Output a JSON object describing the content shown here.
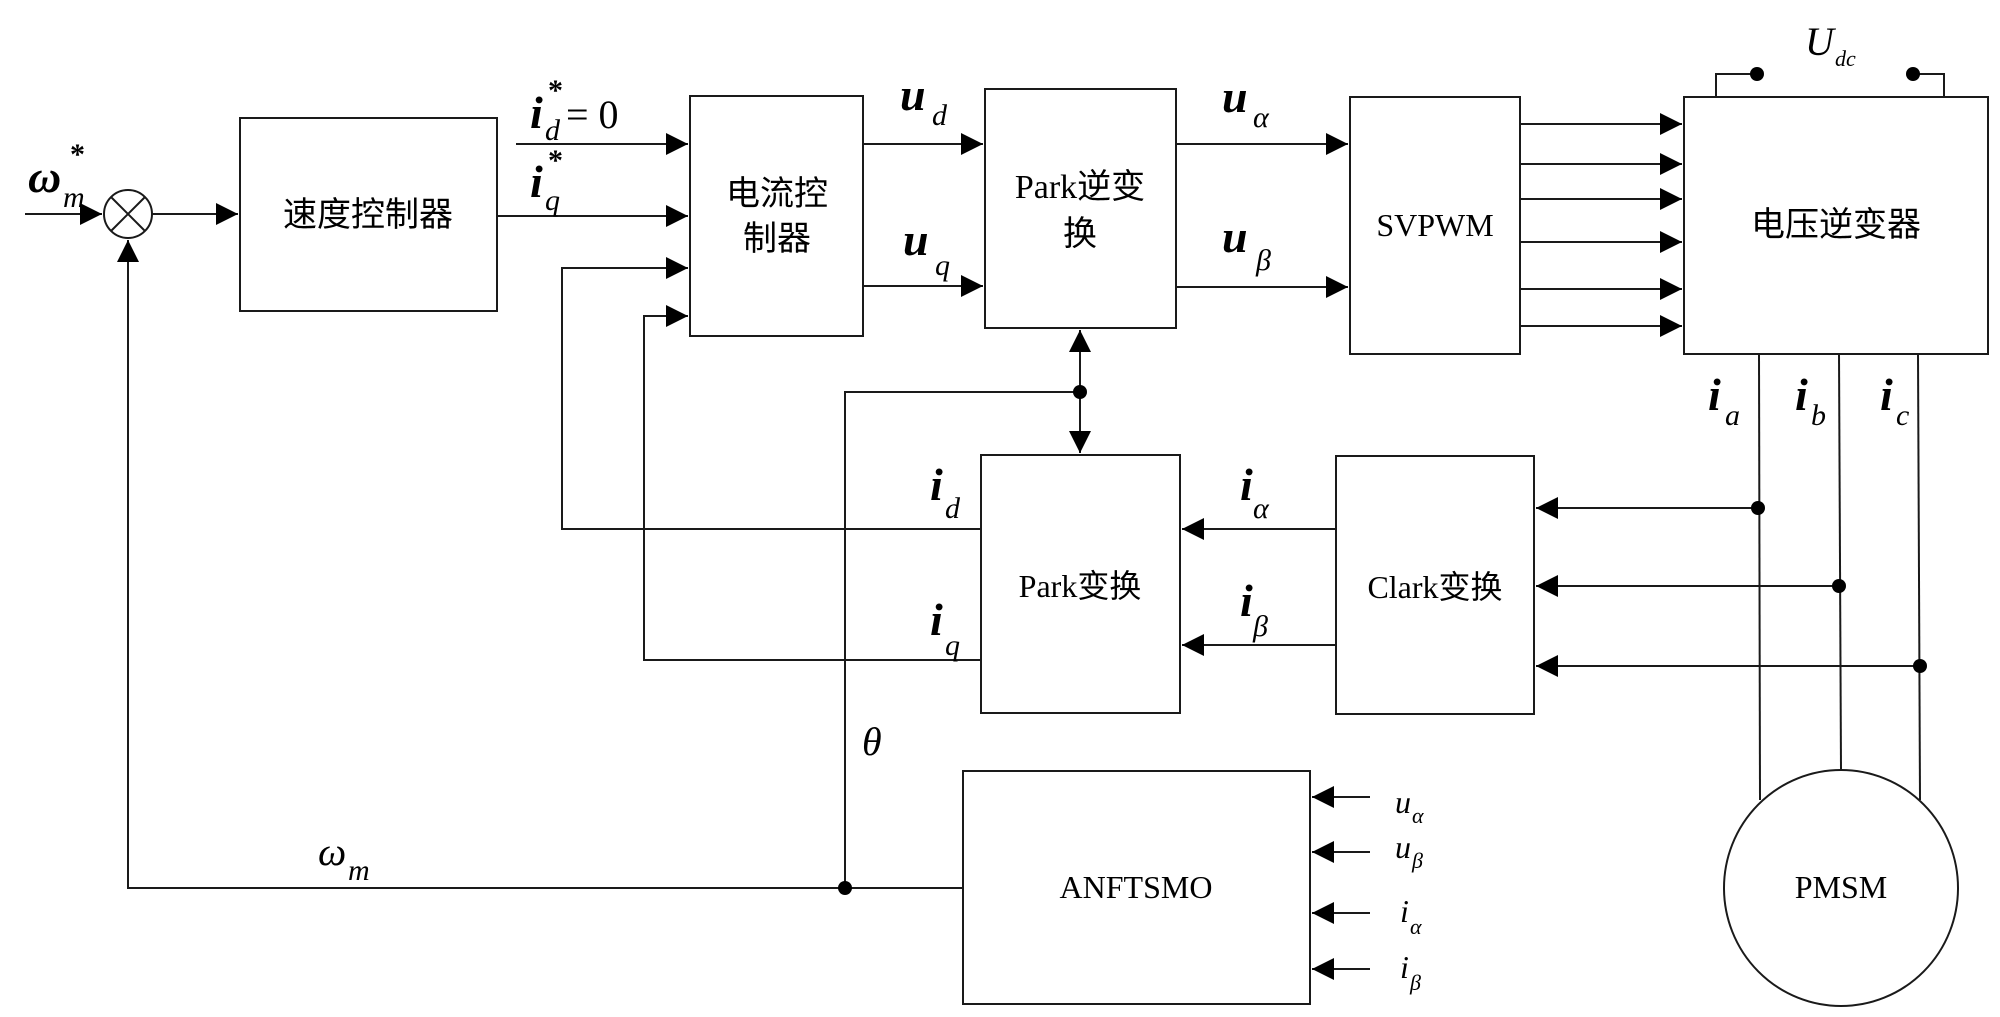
{
  "title": "PMSM sensorless vector control block diagram",
  "blocks": {
    "speed_controller": "速度控制器",
    "current_controller_line1": "电流控",
    "current_controller_line2": "制器",
    "inv_park_line1": "Park逆变",
    "inv_park_line2": "换",
    "svpwm": "SVPWM",
    "inverter": "电压逆变器",
    "park": "Park变换",
    "clark": "Clark变换",
    "observer": "ANFTSMO",
    "motor": "PMSM"
  },
  "signals": {
    "omega_ref": {
      "base": "ω",
      "sub": "m",
      "sup": "*"
    },
    "omega_fb": {
      "base": "ω",
      "sub": "m"
    },
    "id_ref": {
      "base": "i",
      "sub": "d",
      "sup": "*",
      "suffix": "= 0"
    },
    "iq_ref": {
      "base": "i",
      "sub": "q",
      "sup": "*"
    },
    "ud": {
      "base": "u",
      "sub": "d"
    },
    "uq": {
      "base": "u",
      "sub": "q"
    },
    "u_alpha": {
      "base": "u",
      "sub": "α"
    },
    "u_beta": {
      "base": "u",
      "sub": "β"
    },
    "udc": {
      "base": "U",
      "sub": "dc"
    },
    "ia": {
      "base": "i",
      "sub": "a"
    },
    "ib": {
      "base": "i",
      "sub": "b"
    },
    "ic": {
      "base": "i",
      "sub": "c"
    },
    "id": {
      "base": "i",
      "sub": "d"
    },
    "iq": {
      "base": "i",
      "sub": "q"
    },
    "i_alpha": {
      "base": "i",
      "sub": "α"
    },
    "i_beta": {
      "base": "i",
      "sub": "β"
    },
    "theta": {
      "base": "θ"
    },
    "obs_u_alpha": {
      "base": "u",
      "sub": "α"
    },
    "obs_u_beta": {
      "base": "u",
      "sub": "β"
    },
    "obs_i_alpha": {
      "base": "i",
      "sub": "α"
    },
    "obs_i_beta": {
      "base": "i",
      "sub": "β"
    }
  }
}
